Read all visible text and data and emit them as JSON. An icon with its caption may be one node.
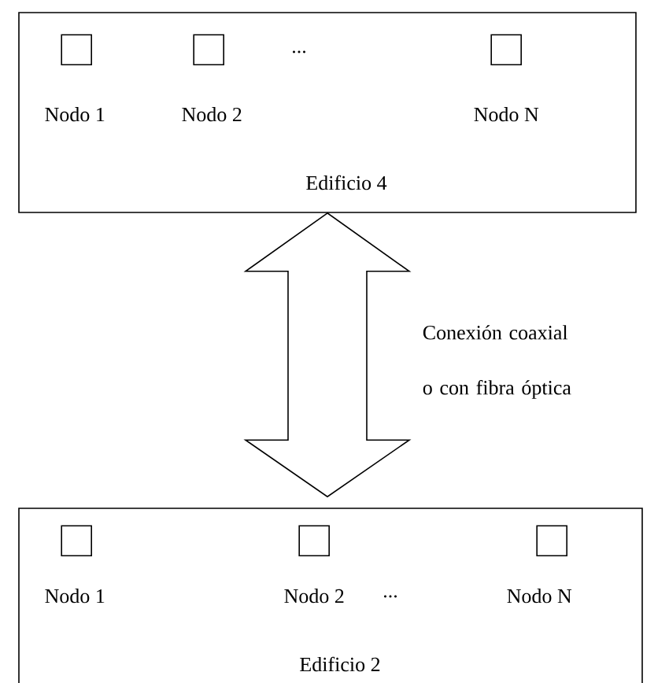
{
  "diagram": {
    "nodes": [
      {
        "text": [
          "Edificio 4"
        ]
      },
      {
        "text": [
          "Nodo 1"
        ],
        "in": 0
      },
      {
        "text": [
          "Nodo 2"
        ],
        "in": 0
      },
      {
        "text": [
          "Nodo N"
        ],
        "in": 0
      },
      {
        "text": [
          "Edificio 2"
        ]
      },
      {
        "text": [
          "Nodo 1"
        ],
        "in": 4
      },
      {
        "text": [
          "Nodo 2"
        ],
        "in": 4
      },
      {
        "text": [
          "Nodo N"
        ],
        "in": 4
      }
    ],
    "edges": [
      {
        "from": 0,
        "to": 4,
        "arrow": "both",
        "label": "Conexión coaxial o con fibra óptica"
      }
    ],
    "labels": [
      "...",
      "..."
    ]
  }
}
